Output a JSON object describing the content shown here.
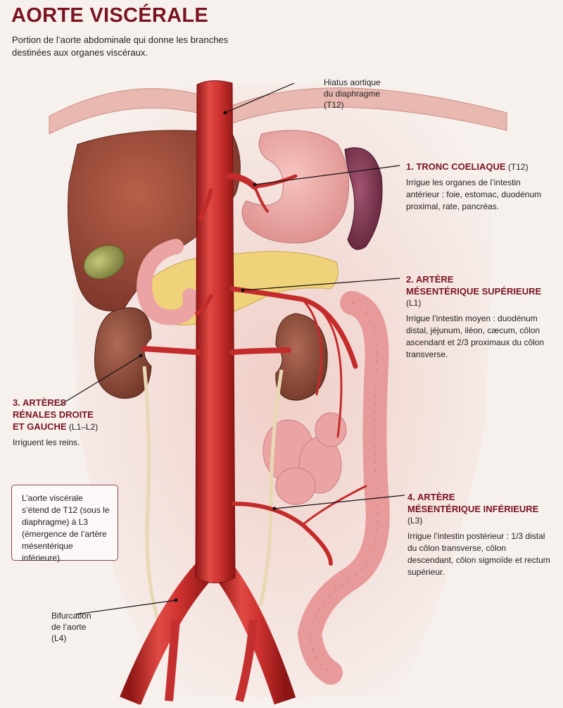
{
  "title": "AORTE VISCÉRALE",
  "subtitle": "Portion de l’aorte abdominale qui donne les branches destinées aux organes viscéraux.",
  "labels": {
    "hiatus": {
      "line1": "Hiatus aortique",
      "line2": "du diaphragme",
      "line3": "(T12)"
    },
    "celiac": {
      "name": "1. TRONC COELIAQUE",
      "level": "(T12)",
      "desc": "Irrigue les organes de l’intestin antérieur : foie, estomac, duodénum proximal, rate, pancréas."
    },
    "sma": {
      "name_line1": "2. ARTÈRE",
      "name_line2": "MÉSENTÉRIQUE SUPÉRIEURE",
      "level": "(L1)",
      "desc": "Irrigue l’intestin moyen : duodénum distal, jéjunum, iléon, cæcum, côlon ascendant et 2/3 proximaux du côlon transverse."
    },
    "renal": {
      "name_line1": "3. ARTÈRES",
      "name_line2": "RÉNALES DROITE",
      "name_line3": "ET GAUCHE",
      "level": "(L1–L2)",
      "desc": "Irriguent les reins."
    },
    "ima": {
      "name_line1": "4. ARTÈRE",
      "name_line2": "MÉSENTÉRIQUE INFÉRIEURE",
      "level": "(L3)",
      "desc": "Irrigue l’intestin postérieur : 1/3 distal du côlon transverse, côlon descendant, côlon sigmoïde et rectum supérieur."
    },
    "bifurcation": {
      "line1": "Bifurcation",
      "line2": "de l’aorte",
      "line3": "(L4)"
    }
  },
  "note": "L’aorte viscérale s’étend de T12 (sous le diaphragme) à L3 (émergence de l’artère mésentérique inférieure).",
  "colors": {
    "accent": "#7a1420",
    "aorta": "#c42c2c",
    "liver": "#9a4a3a",
    "stomach": "#eba0a0",
    "kidney": "#8e4b3c",
    "spleen": "#7e3450",
    "intestine": "#e9a2a2",
    "pancreas": "#f0d27a",
    "gallbladder": "#9ba054"
  }
}
